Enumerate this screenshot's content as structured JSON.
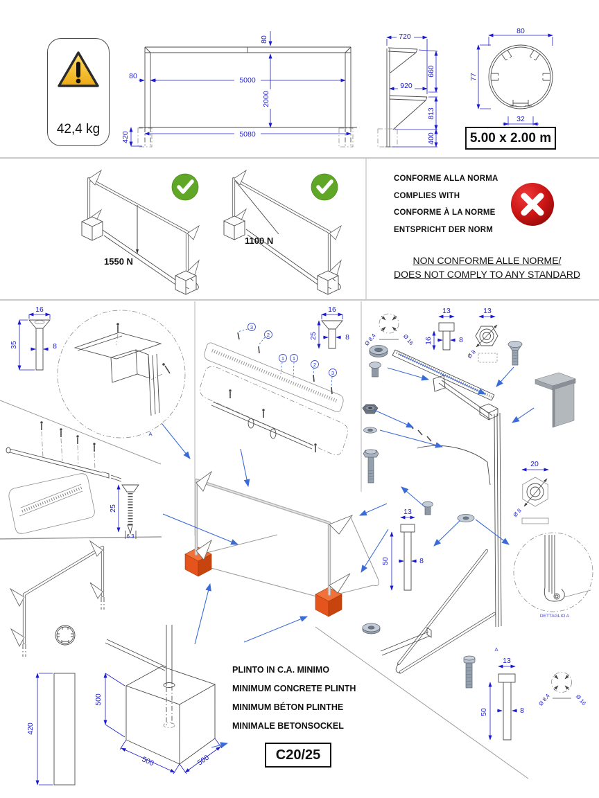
{
  "colors": {
    "dimension_blue": "#1c1ccc",
    "arrow_blue": "#3a6bd8",
    "check_green": "#61a727",
    "cross_red": "#c01414",
    "plinth_orange": "#e8541d",
    "warning_yellow": "#f5b817"
  },
  "top": {
    "weight_label": "42,4 kg",
    "size_box": "5.00 x 2.00 m",
    "front": {
      "bar_depth": "80",
      "post_w": "80",
      "inner_w": "5000",
      "height": "2000",
      "outer_w": "5080",
      "buried": "420"
    },
    "side": {
      "top_arm": "720",
      "upper_h": "660",
      "mid_arm": "920",
      "lower_h": "813",
      "foot_h": "400"
    },
    "profile": {
      "w": "80",
      "h": "77",
      "slot": "32"
    }
  },
  "compliance": {
    "load1": "1550 N",
    "load2": "1100 N",
    "line1": "CONFORME ALLA NORMA",
    "line2": "COMPLIES WITH",
    "line3": "CONFORME À LA NORME",
    "line4": "ENTSPRICHT DER NORM",
    "non1": "NON CONFORME ALLE NORME/",
    "non2": "DOES NOT COMPLY TO ANY STANDARD"
  },
  "assembly": {
    "corner_screw": {
      "w": "16",
      "len": "35",
      "dia": "8"
    },
    "rail_screw": {
      "w": "16",
      "len": "25",
      "dia": "8"
    },
    "tek_screw": {
      "len": "25",
      "dia": "6.3"
    },
    "balloons": {
      "b1": "3",
      "b2": "2",
      "b3": "1",
      "b4": "1",
      "b5": "2",
      "b6": "3"
    },
    "washer_top": {
      "d_in": "Ø 8.4",
      "d_out": "Ø 16"
    },
    "hex_bolt_short": {
      "head": "13",
      "len": "16",
      "dia": "8"
    },
    "hex_nut": {
      "w": "13",
      "dia": "Ø 8"
    },
    "flange_nut": {
      "w": "20",
      "dia": "Ø 8"
    },
    "hex_bolt_mid": {
      "head": "13",
      "len": "50",
      "dia": "8"
    },
    "hex_bolt_bottom": {
      "head": "13",
      "len": "50",
      "dia": "8"
    },
    "washer_bottom": {
      "d_in": "Ø 8.4",
      "d_out": "Ø 16"
    },
    "detail_label": "DETTAGLIO A",
    "detail_ref_a": "A",
    "detail_ref_a2": "A",
    "post_len": "420",
    "plinth": {
      "h": "500",
      "w": "500",
      "d": "500",
      "line1": "PLINTO IN C.A. MINIMO",
      "line2": "MINIMUM CONCRETE PLINTH",
      "line3": "MINIMUM BÉTON PLINTHE",
      "line4": "MINIMALE BETONSOCKEL",
      "class_box": "C20/25"
    }
  }
}
